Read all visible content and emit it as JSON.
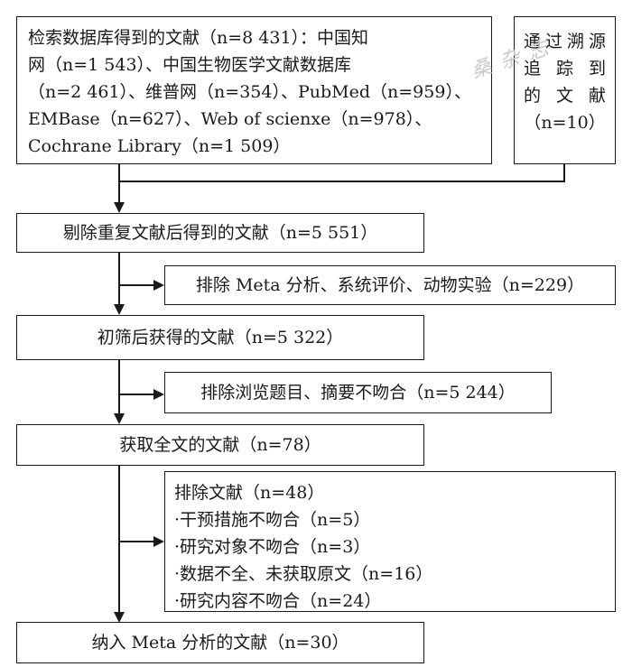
{
  "boxes": {
    "database_search": {
      "lines": [
        "检索数据库得到的文献（n=8 431）：中国知",
        "网（n=1 543）、中国生物医学文献数据库",
        "（n=2 461）、维普网（n=354）、PubMed（n=959）、",
        "EMBase（n=627）、Web of scienxe（n=978）、",
        "Cochrane Library（n=1 509）"
      ]
    },
    "traced": {
      "lines": [
        "通过溯源",
        "追 踪 到",
        "的 文 献",
        "（n=10）"
      ]
    },
    "after_dedup": "剔除重复文献后得到的文献（n=5 551）",
    "exclude_meta": "排除 Meta 分析、系统评价、动物实验（n=229）",
    "after_screen": "初筛后获得的文献（n=5 322）",
    "exclude_title": "排除浏览题目、摘要不吻合（n=5 244）",
    "fulltext": "获取全文的文献（n=78）",
    "exclude_full": {
      "lines": [
        "排除文献（n=48）",
        "·干预措施不吻合（n=5）",
        "·研究对象不吻合（n=3）",
        "·数据不全、未获取原文（n=16）",
        "·研究内容不吻合（n=24）"
      ]
    },
    "included": "纳入 Meta 分析的文献（n=30）"
  },
  "watermark": "桑 杂 志"
}
